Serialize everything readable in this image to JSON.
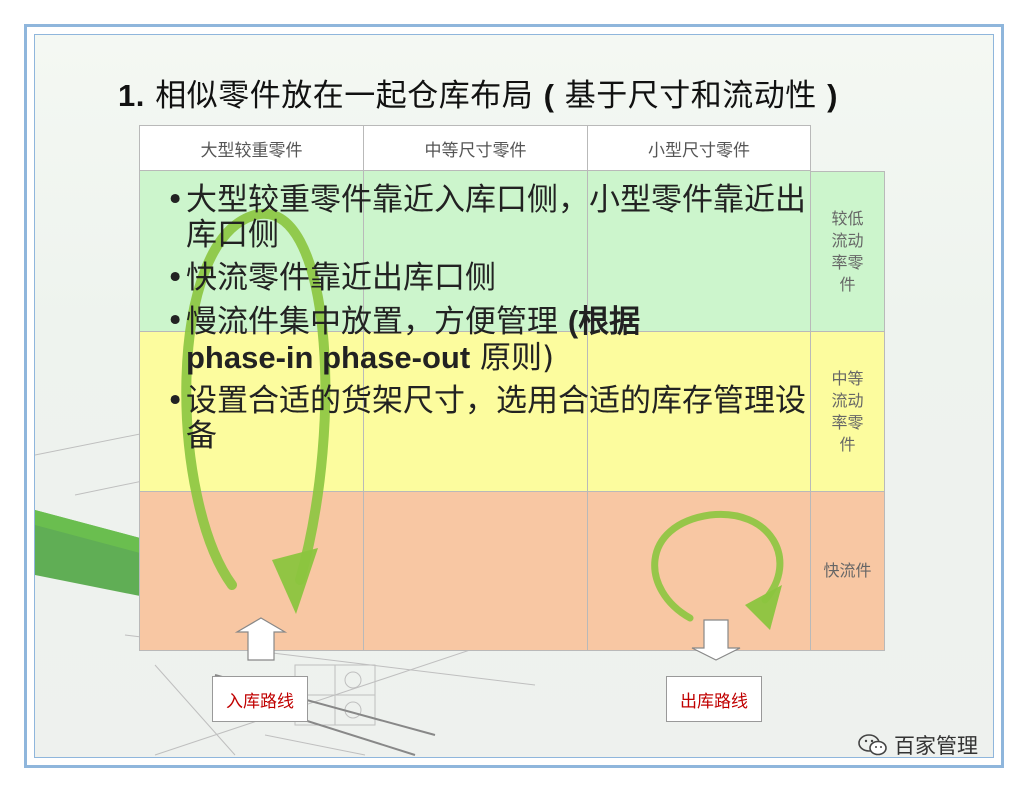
{
  "title": {
    "number": "1.",
    "text": " 相似零件放在一起仓库布局 ",
    "paren_open": "(",
    "text2": " 基于尺寸和流动性 ",
    "paren_close": ")"
  },
  "columns": [
    "大型较重零件",
    "中等尺寸零件",
    "小型尺寸零件"
  ],
  "rows": [
    {
      "label_lines": [
        "较低",
        "流动",
        "率零",
        "件"
      ],
      "color": "#ccf5cc"
    },
    {
      "label_lines": [
        "中等",
        "流动",
        "率零",
        "件"
      ],
      "color": "#fcfc9e"
    },
    {
      "label_lines": [
        "快流件"
      ],
      "color": "#f8c7a3"
    }
  ],
  "bullets": {
    "b1": "大型较重零件靠近入库口侧，小型零件靠近出库口侧",
    "b2": "快流零件靠近出库口侧",
    "b3a": "慢流件集中放置，方便管理 ",
    "b3b": "(根据",
    "b3c": "phase-in phase-out",
    "b3d": " 原则)",
    "b4": "设置合适的货架尺寸，选用合适的库存管理设备"
  },
  "routes": {
    "inbound": "入库路线",
    "outbound": "出库路线"
  },
  "watermark": "百家管理",
  "colors": {
    "arrow_green": "#8bc53f",
    "frame_blue": "#8fb6dc"
  }
}
